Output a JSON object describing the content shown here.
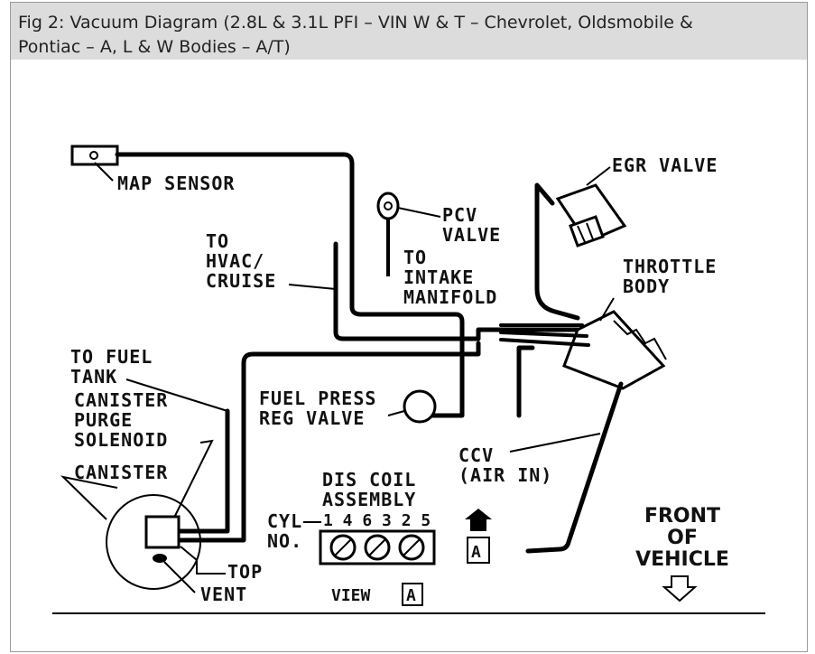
{
  "caption": {
    "line1": "Fig 2: Vacuum Diagram (2.8L & 3.1L PFI – VIN W & T – Chevrolet, Oldsmobile &",
    "line2": "Pontiac – A, L & W Bodies – A/T)"
  },
  "labels": {
    "map_sensor": "MAP SENSOR",
    "pcv_1": "PCV",
    "pcv_2": "VALVE",
    "intake_1": "TO",
    "intake_2": "INTAKE",
    "intake_3": "MANIFOLD",
    "egr": "EGR VALVE",
    "throttle_1": "THROTTLE",
    "throttle_2": "BODY",
    "hvac_1": "TO",
    "hvac_2": "HVAC/",
    "hvac_3": "CRUISE",
    "fuel_tank_1": "TO FUEL",
    "fuel_tank_2": "TANK",
    "purge_1": "CANISTER",
    "purge_2": "PURGE",
    "purge_3": "SOLENOID",
    "canister": "CANISTER",
    "fpr_1": "FUEL PRESS",
    "fpr_2": "REG VALVE",
    "ccv_1": "CCV",
    "ccv_2": "(AIR IN)",
    "dis_1": "DIS COIL",
    "dis_2": "ASSEMBLY",
    "cyl_1": "CYL",
    "cyl_2": "NO.",
    "cyl_numbers": "1 4 6 3 2 5",
    "top": "TOP",
    "vent": "VENT",
    "view": "VIEW",
    "view_letter": "A",
    "arrow_letter": "A",
    "front_1": "FRONT",
    "front_2": "OF",
    "front_3": "VEHICLE"
  }
}
